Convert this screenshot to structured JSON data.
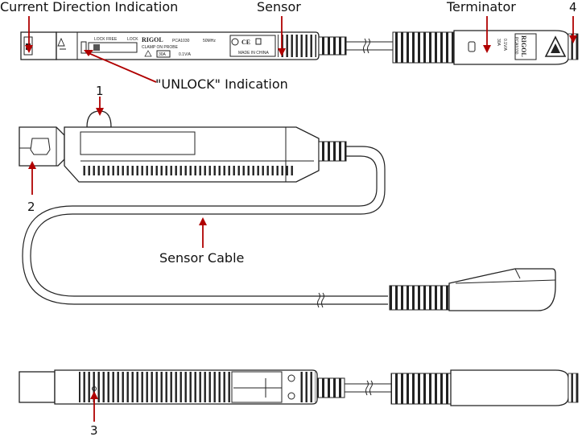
{
  "labels": {
    "current_direction": "Current Direction Indication",
    "sensor": "Sensor",
    "terminator": "Terminator",
    "unlock": "\"UNLOCK\" Indication",
    "sensor_cable": "Sensor Cable",
    "n1": "1",
    "n2": "2",
    "n3": "3",
    "n4": "4"
  },
  "probe_text": {
    "brand": "RIGOL",
    "model": "PCA1030",
    "bandwidth": "50MHz",
    "clamp": "CLAMP ON PROBE",
    "rating": "30A",
    "ratio": "0.1V/A",
    "origin": "MADE IN CHINA",
    "lock_free": "LOCK FREE",
    "lock": "LOCK",
    "ce": "CE"
  },
  "terminator_text": {
    "brand": "RIGOL",
    "model": "PCA1030",
    "ratio": "0.1V/A",
    "rating": "30A"
  },
  "colors": {
    "arrow": "#b00000",
    "line": "#222222"
  }
}
